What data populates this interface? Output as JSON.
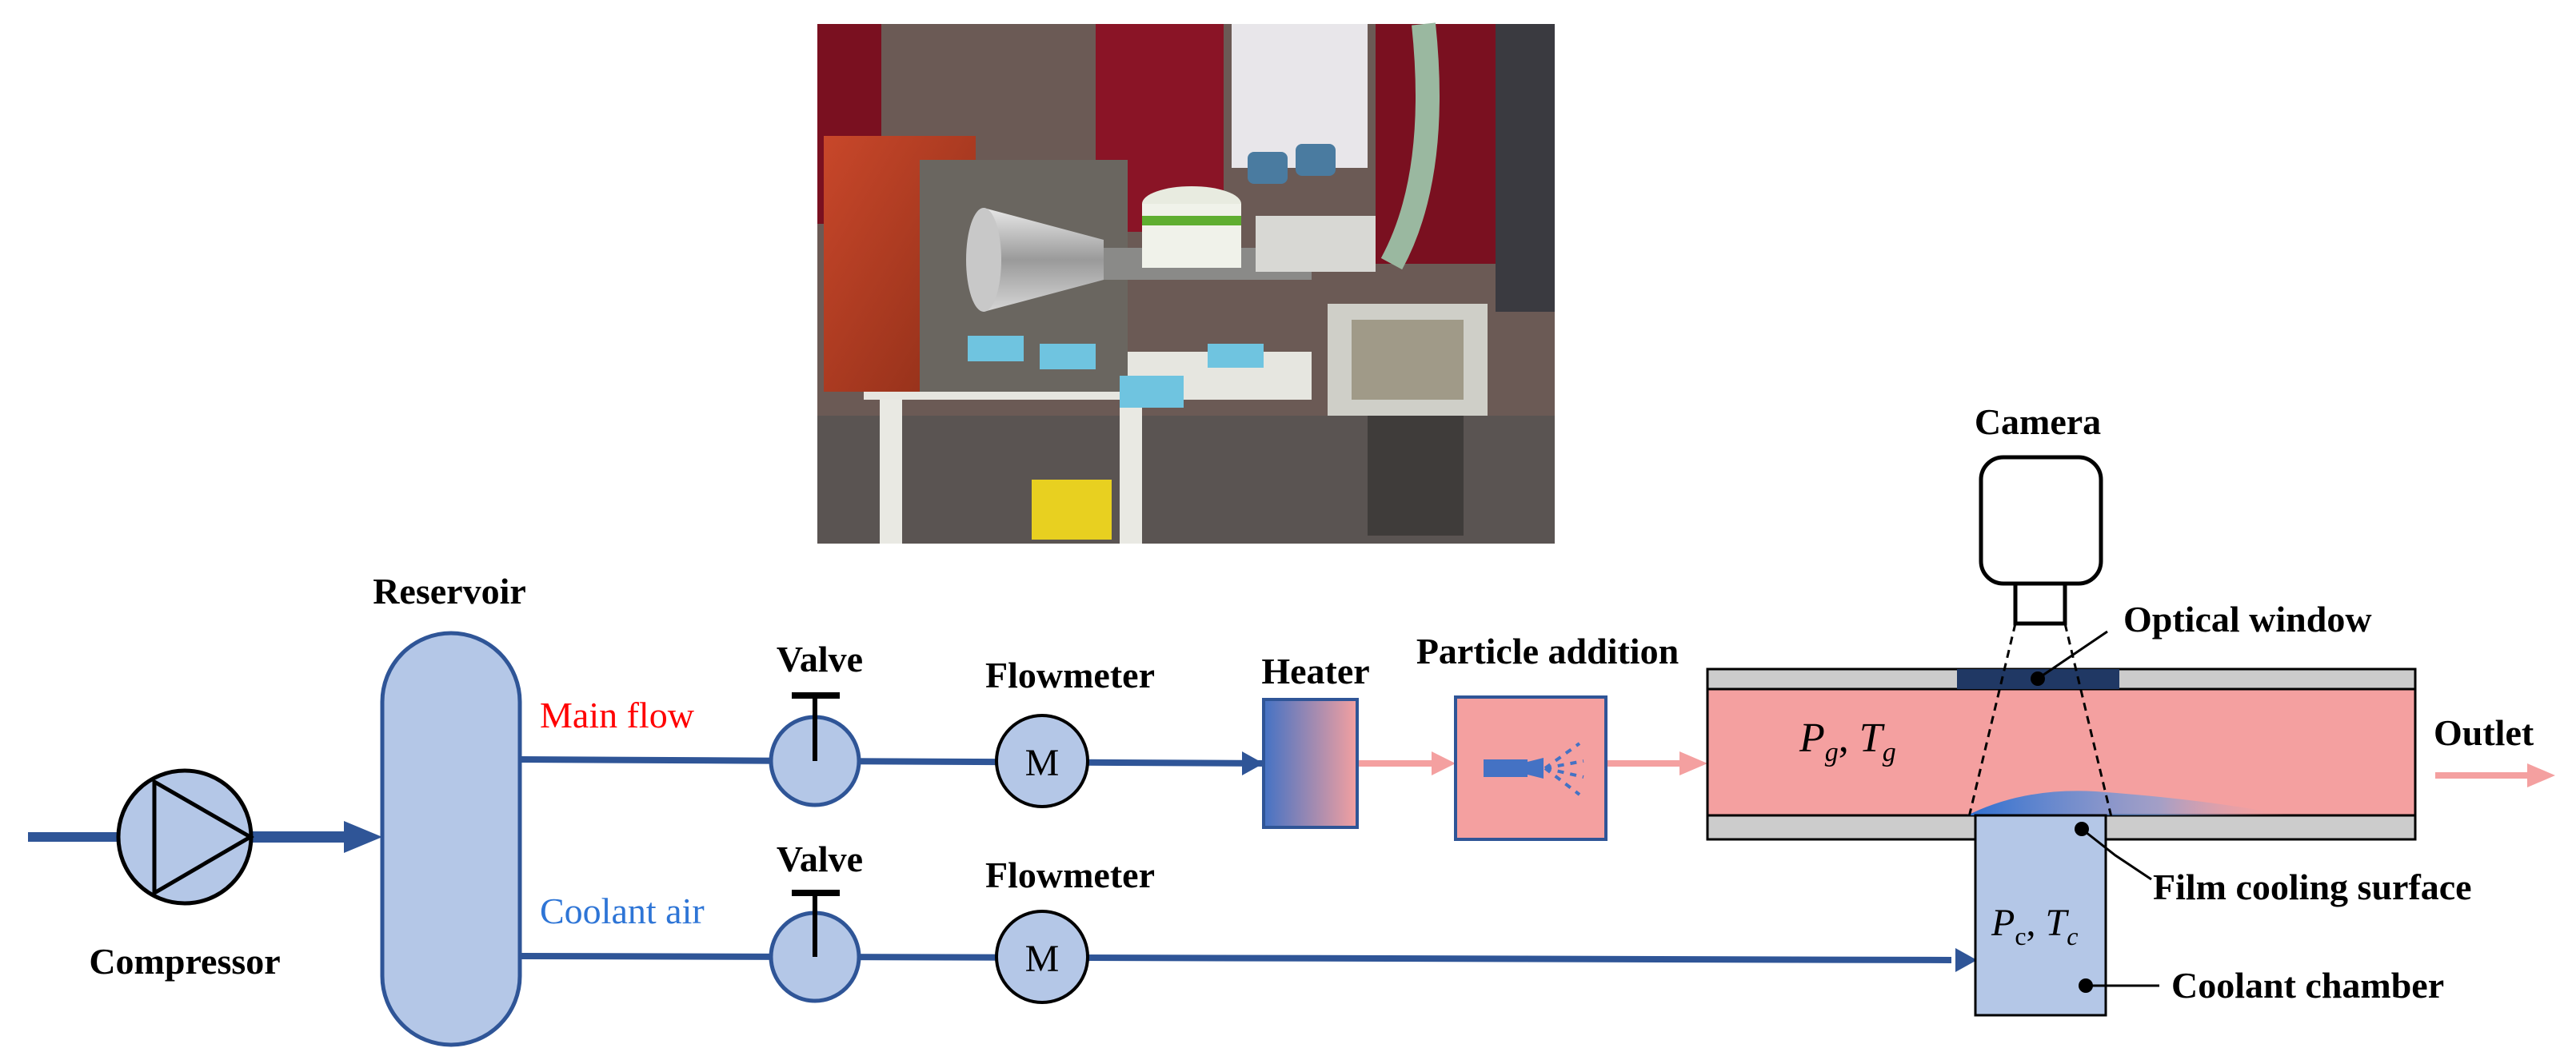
{
  "labels": {
    "compressor": "Compressor",
    "reservoir": "Reservoir",
    "main_flow": "Main flow",
    "coolant_air": "Coolant air",
    "valve": "Valve",
    "flowmeter": "Flowmeter",
    "meter_symbol": "M",
    "heater": "Heater",
    "particle_addition": "Particle addition",
    "camera": "Camera",
    "optical_window": "Optical window",
    "outlet": "Outlet",
    "film_cooling_surface": "Film cooling surface",
    "coolant_chamber": "Coolant chamber"
  },
  "math": {
    "main_P": "P",
    "main_P_sub": "g",
    "main_sep": ", ",
    "main_T": "T",
    "main_T_sub": "g",
    "cool_P": "P",
    "cool_P_sub": "c",
    "cool_sep": ", ",
    "cool_T": "T",
    "cool_T_sub": "c"
  },
  "colors": {
    "pipe_blue": "#2f5597",
    "component_fill": "#b4c7e7",
    "hot_gas": "#f4a0a0",
    "main_flow_text": "#ff0000",
    "coolant_text": "#2e75d6",
    "wall_gray": "#cccccc",
    "window_navy": "#203864"
  },
  "photo": {
    "icon": "test-rig-photo"
  }
}
